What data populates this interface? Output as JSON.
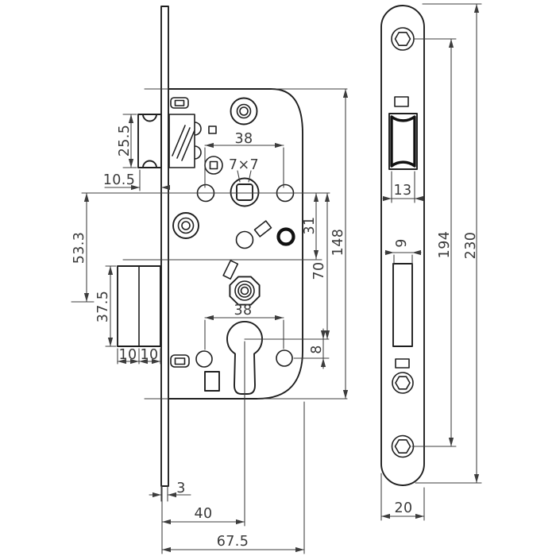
{
  "drawing": {
    "front": {
      "dim_latch_height": "25.5",
      "dim_latch_projection": "10.5",
      "dim_center_to_bolt": "53.3",
      "dim_bolt_height": "37.5",
      "dim_bolt_seg_left": "10",
      "dim_bolt_seg_right": "10",
      "dim_handle_hole_spacing": "38",
      "dim_spindle_square": "7×7",
      "dim_center_to_partition": "31",
      "dim_case_length": "148",
      "dim_center_to_cylinder": "70",
      "dim_cylinder_hole_spacing": "38",
      "dim_cylinder_hole_offset": "8",
      "dim_faceplate_thickness": "3",
      "dim_backset": "40",
      "dim_case_depth": "67.5"
    },
    "faceplate": {
      "dim_latch_opening": "13",
      "dim_bolt_opening": "9",
      "dim_screw_spacing": "194",
      "dim_plate_length": "230",
      "dim_plate_width": "20"
    },
    "colors": {
      "object_line": "#1f1f1f",
      "dimension_line": "#3c3c3c",
      "label_text": "#3a3a3a",
      "background": "#ffffff"
    }
  }
}
